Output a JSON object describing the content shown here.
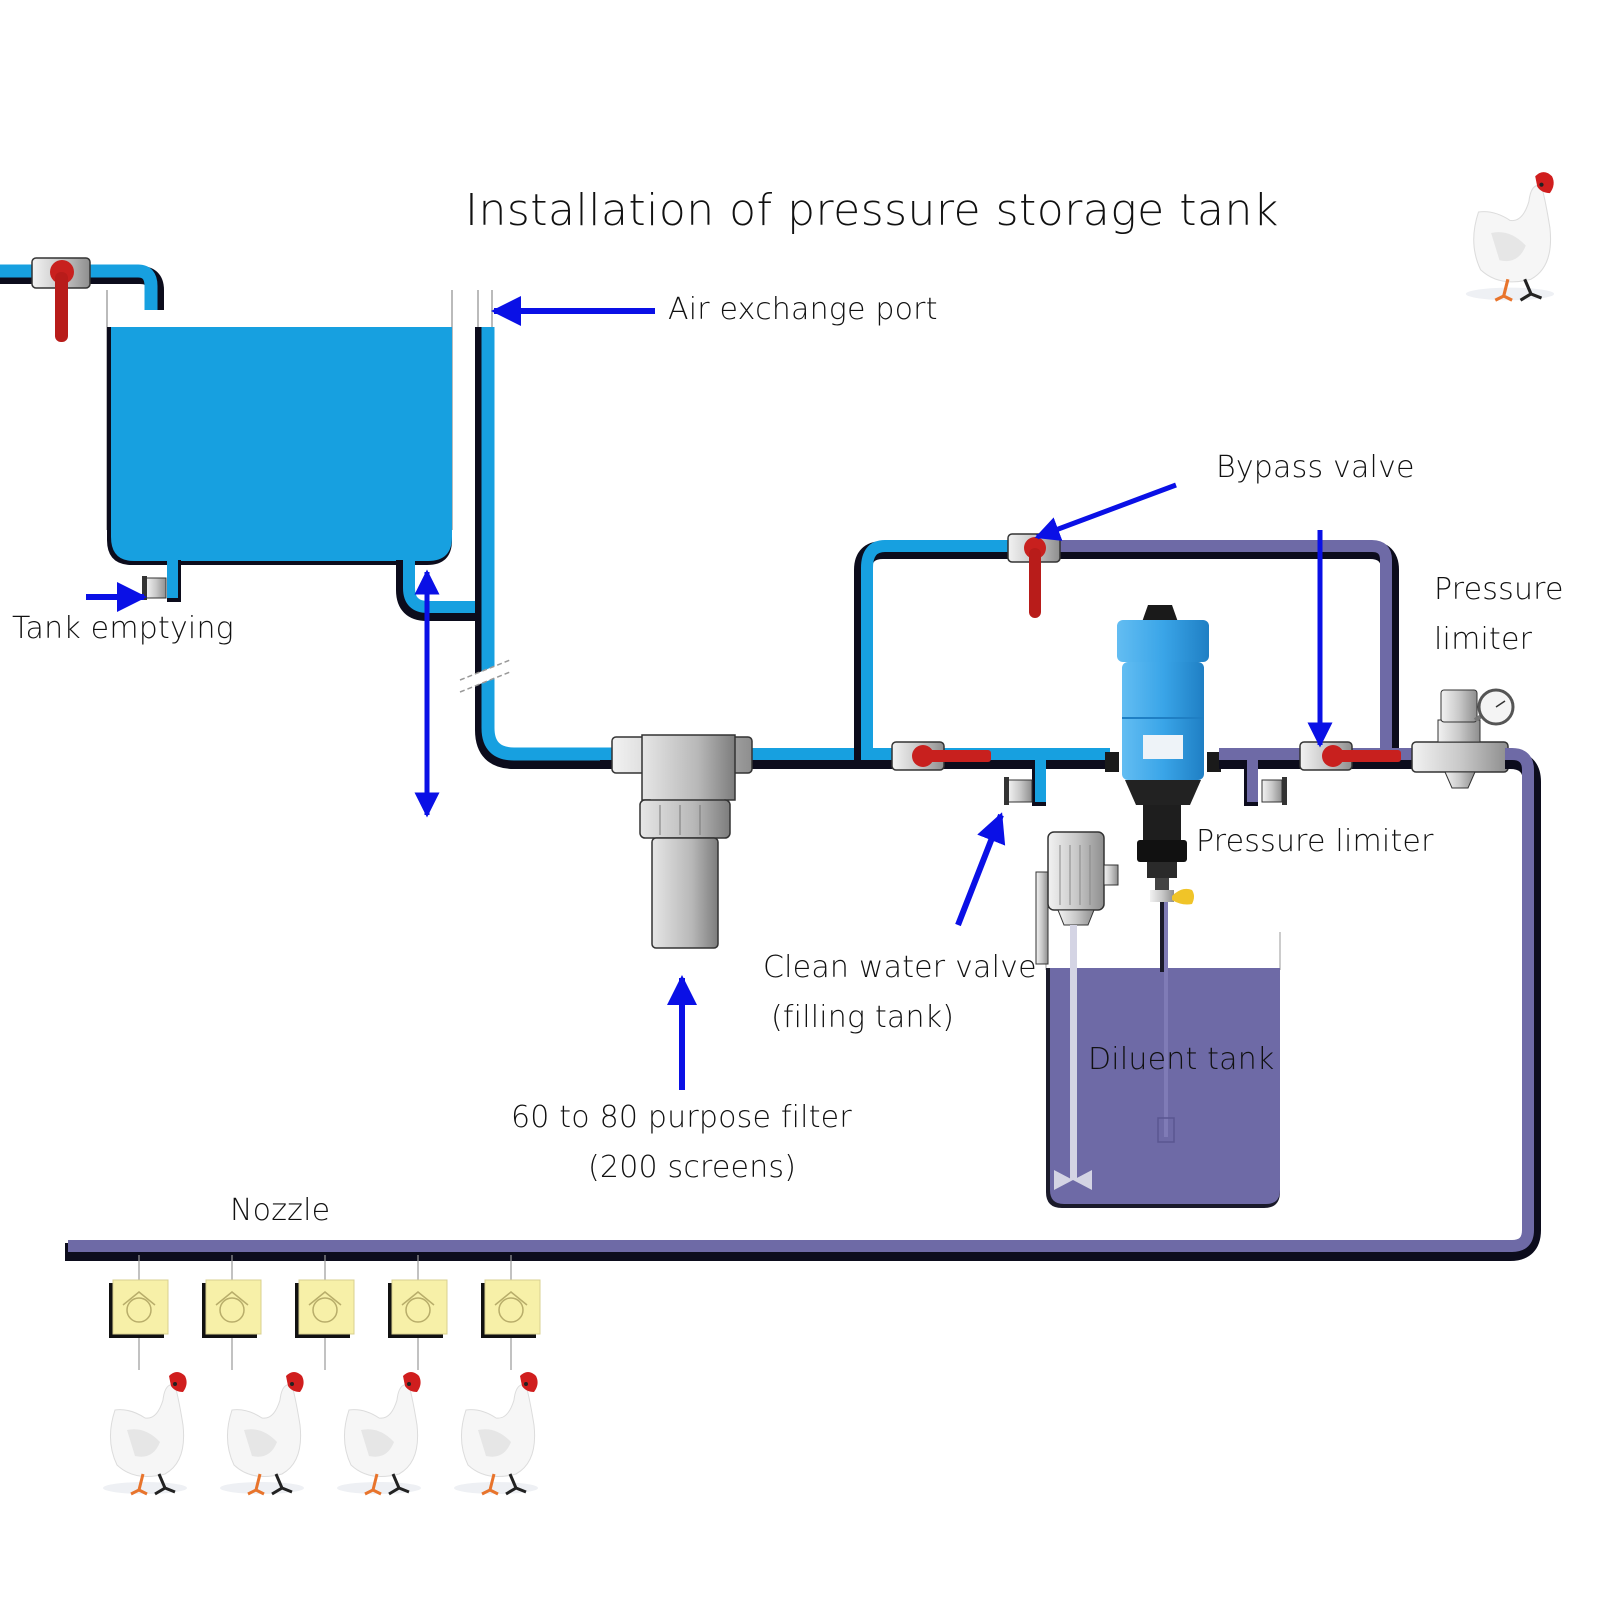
{
  "title": "Installation of pressure storage tank",
  "colors": {
    "clean_water": "#17a0e0",
    "diluted_water": "#6e6aa6",
    "pipe_outline": "#0c0c1c",
    "valve_handle": "#c8201e",
    "annotation_arrow": "#0a10e6",
    "nozzle_box": "#f7f0a8",
    "pump_body": "#3aa5e8",
    "metal": "#d4d4d4",
    "tap_yellow": "#f0c428"
  },
  "labels": {
    "air_exchange_port": "Air exchange port",
    "tank_emptying": "Tank emptying",
    "bypass_valve": "Bypass valve",
    "pressure_limiter_top_line1": "Pressure",
    "pressure_limiter_top_line2": "limiter",
    "pressure_limiter_pump": "Pressure limiter",
    "clean_water_valve_line1": "Clean water valve",
    "clean_water_valve_line2": "(filling tank)",
    "filter_line1": "60 to 80 purpose filter",
    "filter_line2": "(200 screens)",
    "diluent_tank": "Diluent tank",
    "nozzle": "Nozzle"
  },
  "components": {
    "storage_tank": "storage-tank",
    "filter": "filter",
    "dosing_pump": "dosing-pump",
    "mixer": "mixer-motor",
    "diluent_tank": "diluent-tank",
    "pressure_regulator": "pressure-regulator-with-gauge"
  },
  "nozzles": {
    "count": 5
  },
  "chickens": {
    "row_count": 4,
    "corner_count": 1
  }
}
